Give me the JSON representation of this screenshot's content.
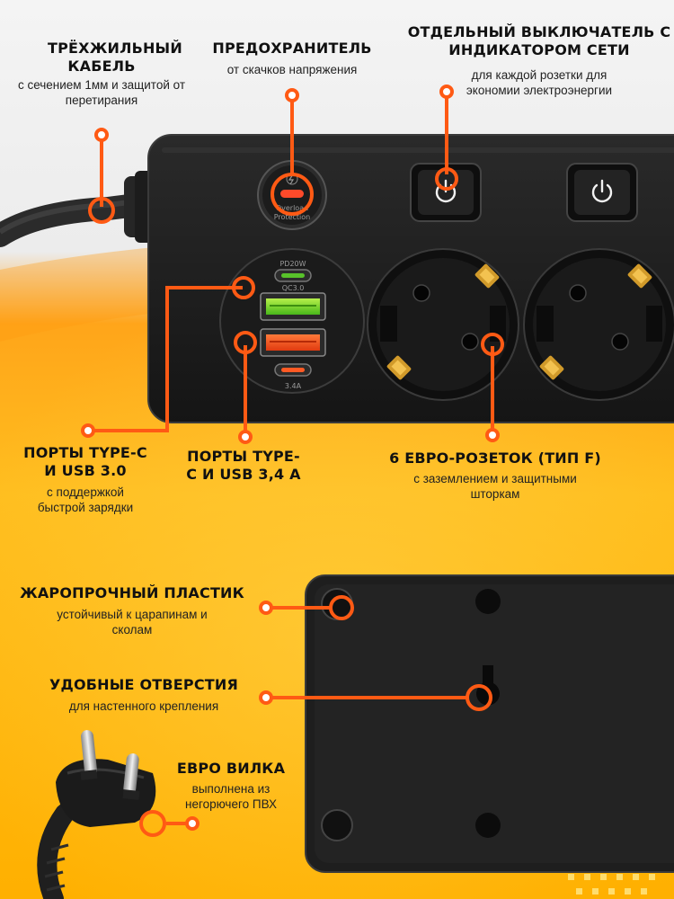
{
  "callouts": {
    "cable": {
      "title": "ТРЁХЖИЛЬНЫЙ КАБЕЛЬ",
      "sub": "с сечением 1мм и защитой от перетирания"
    },
    "fuse": {
      "title": "ПРЕДОХРАНИТЕЛЬ",
      "sub": "от скачков напряжения"
    },
    "switch": {
      "title": "ОТДЕЛЬНЫЙ ВЫКЛЮЧАТЕЛЬ С ИНДИКАТОРОМ СЕТИ",
      "sub": "для каждой розетки для экономии электроэнергии"
    },
    "ports_usb30": {
      "title": "ПОРТЫ TYPE-C И USB 3.0",
      "sub": "с поддержкой быстрой зарядки"
    },
    "ports_usb34": {
      "title": "ПОРТЫ TYPE-C И USB 3,4 А",
      "sub": ""
    },
    "sockets": {
      "title": "6 ЕВРО-РОЗЕТОК (ТИП F)",
      "sub": "с заземлением и защитными шторкам"
    },
    "plastic": {
      "title": "ЖАРОПРОЧНЫЙ ПЛАСТИК",
      "sub": "устойчивый к царапинам и сколам"
    },
    "holes": {
      "title": "УДОБНЫЕ ОТВЕРСТИЯ",
      "sub": "для настенного крепления"
    },
    "plug": {
      "title": "ЕВРО ВИЛКА",
      "sub": "выполнена из негорючего ПВХ"
    }
  },
  "device_labels": {
    "overload_1": "Overload",
    "overload_2": "Protection",
    "pd": "PD20W",
    "qc": "QC3.0",
    "amp": "3.4A"
  },
  "colors": {
    "accent": "#ff5a14",
    "device_body": "#1e1e1e",
    "background_top": "#f2f2f2",
    "background_bottom": "#ffb400"
  },
  "icons": [
    "power-icon",
    "lightning-icon"
  ]
}
